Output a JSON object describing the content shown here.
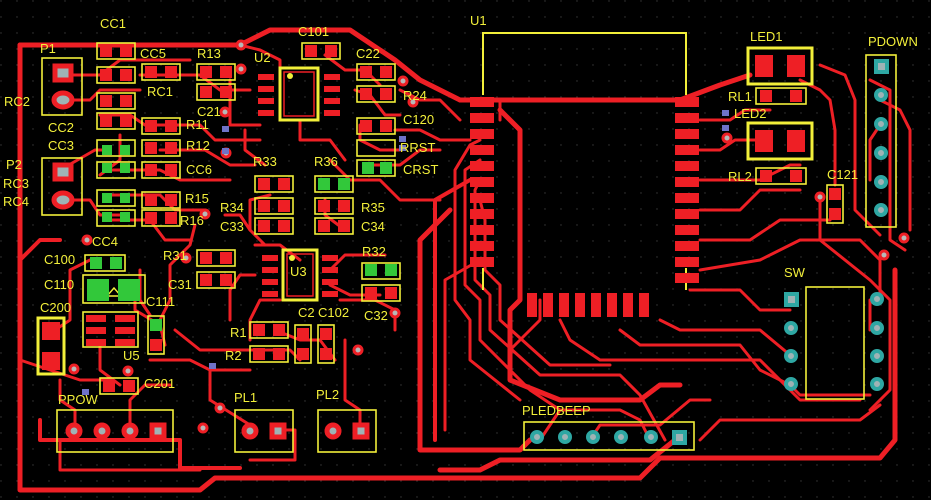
{
  "colors": {
    "background": "#000000",
    "copper": "#ee1f25",
    "silkscreen": "#f2ef3a",
    "pad_green": "#32c83a",
    "via": "#6f73c8",
    "drill": "#9fb3b5"
  },
  "labels": {
    "P1": "P1",
    "RC2": "RC2",
    "CC1": "CC1",
    "CC5": "CC5",
    "R13": "R13",
    "U2": "U2",
    "C101": "C101",
    "C22": "C22",
    "RC1": "RC1",
    "C21": "C21",
    "R11": "R11",
    "R12": "R12",
    "CC2": "CC2",
    "CC3": "CC3",
    "P2": "P2",
    "RC3": "RC3",
    "RC4": "RC4",
    "CC6": "CC6",
    "R15": "R15",
    "R16": "R16",
    "R24": "R24",
    "C120": "C120",
    "RRST": "RRST",
    "CRST": "CRST",
    "R33": "R33",
    "R36": "R36",
    "R34": "R34",
    "R35": "R35",
    "C33": "C33",
    "C34": "C34",
    "CC4": "CC4",
    "C100": "C100",
    "C110": "C110",
    "R31": "R31",
    "C31": "C31",
    "U3": "U3",
    "R32": "R32",
    "C200": "C200",
    "C111": "C111",
    "C2": "C2",
    "C102": "C102",
    "C32": "C32",
    "R1": "R1",
    "R2": "R2",
    "U5": "U5",
    "C201": "C201",
    "PPOW": "PPOW",
    "PL1": "PL1",
    "PL2": "PL2",
    "U1": "U1",
    "LED1": "LED1",
    "RL1": "RL1",
    "LED2": "LED2",
    "RL2": "RL2",
    "PDOWN": "PDOWN",
    "C121": "C121",
    "SW": "SW",
    "PLEDBEEP": "PLEDBEEP"
  }
}
